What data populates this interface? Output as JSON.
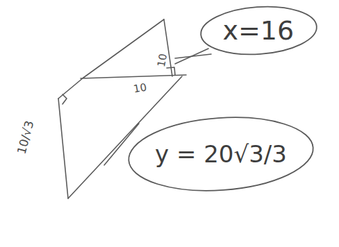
{
  "diagram": {
    "nodes": [
      {
        "text": [
          "x=16"
        ]
      },
      {
        "text": [
          "y = 20√3/3"
        ]
      }
    ],
    "edges": [],
    "labels": [
      "10",
      "10",
      "10/√3"
    ]
  }
}
